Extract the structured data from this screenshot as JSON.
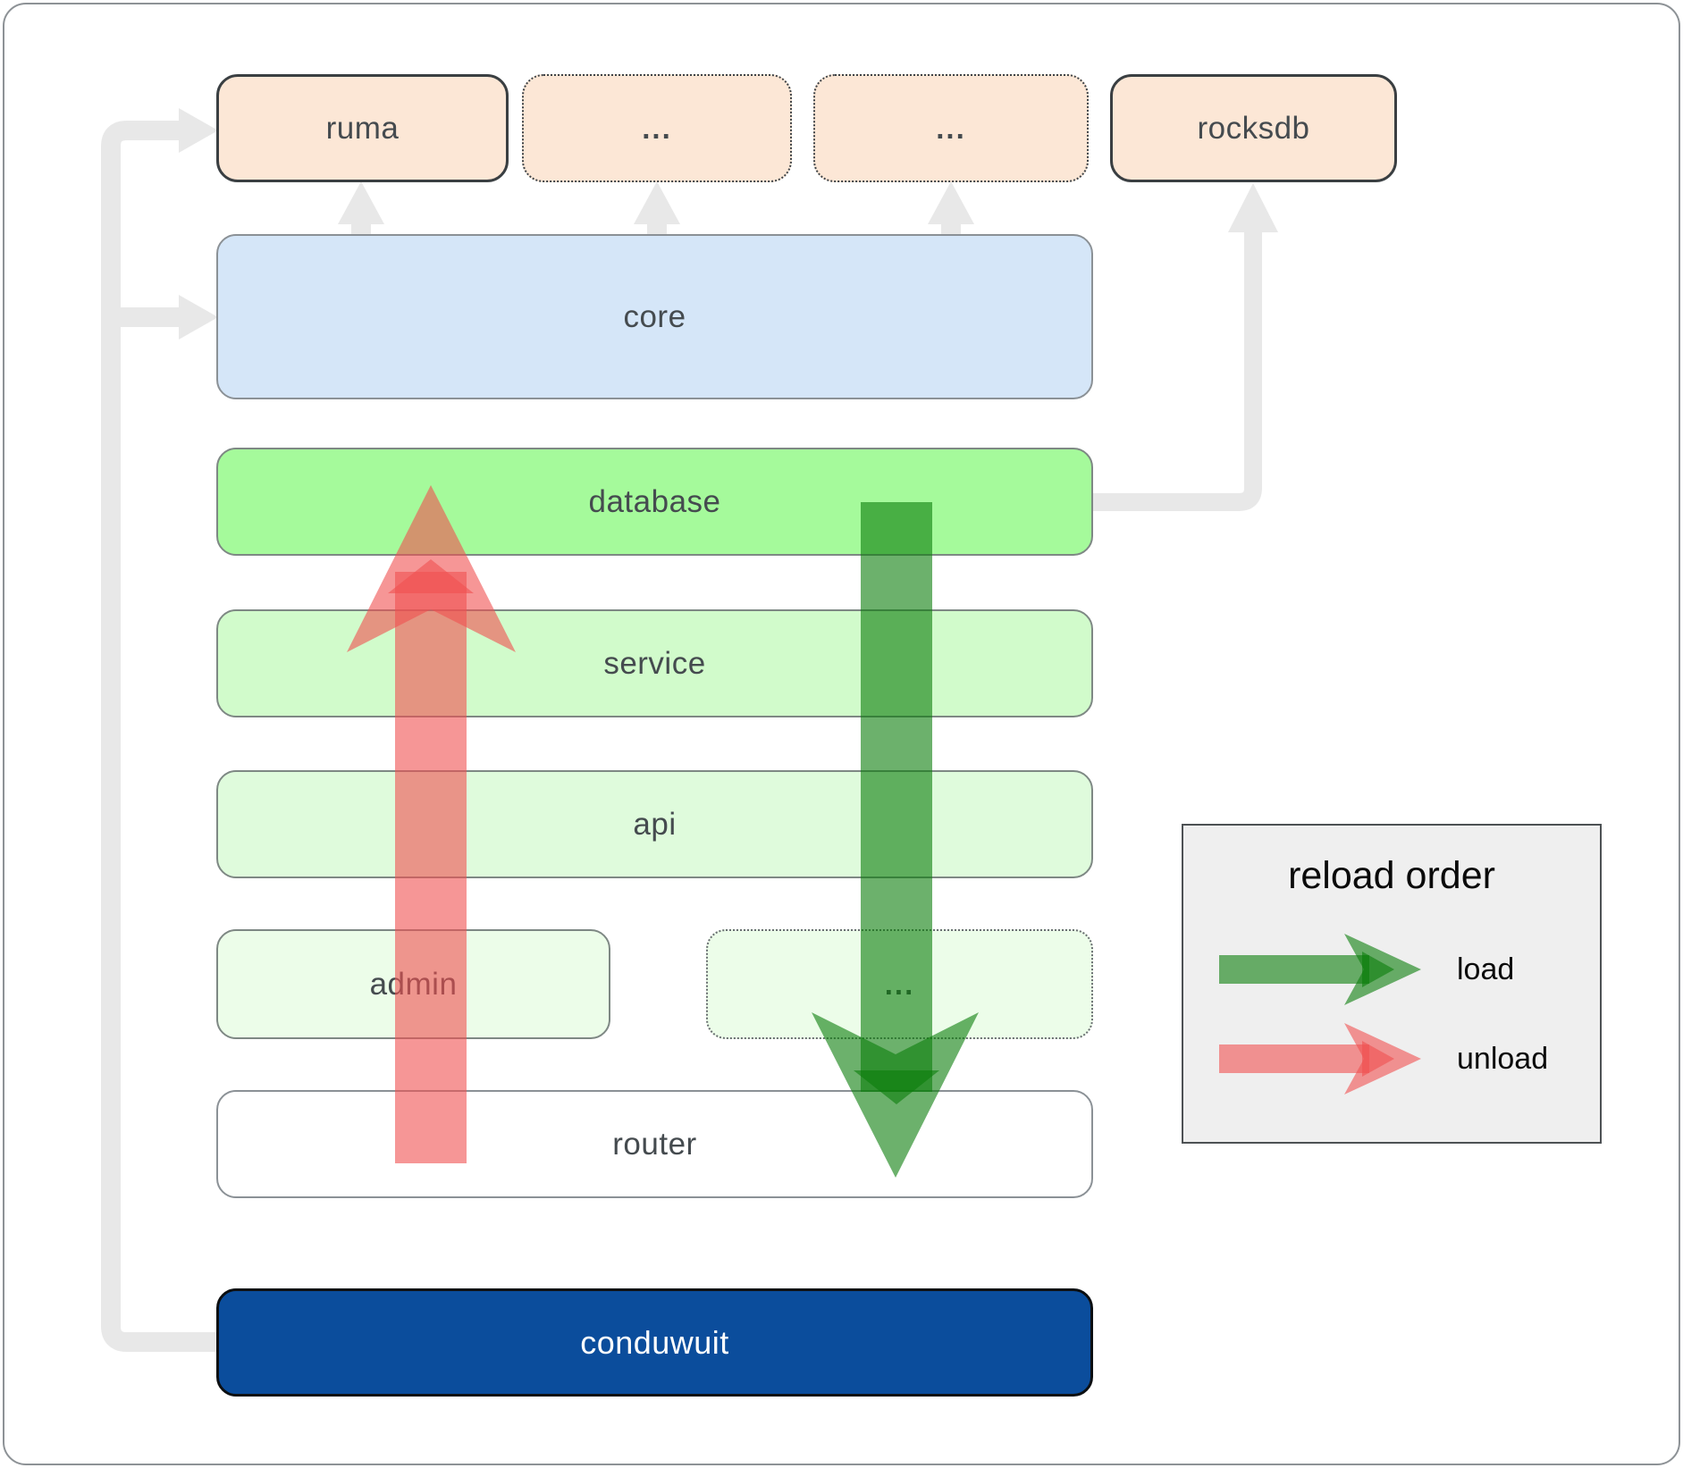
{
  "diagram": {
    "nodes": {
      "ruma": "ruma",
      "ellipsis_top_1": "...",
      "ellipsis_top_2": "...",
      "rocksdb": "rocksdb",
      "core": "core",
      "database": "database",
      "service": "service",
      "api": "api",
      "admin": "admin",
      "ellipsis_admin_row": "...",
      "router": "router",
      "conduwuit": "conduwuit"
    },
    "legend": {
      "title": "reload order",
      "items": [
        {
          "label": "load"
        },
        {
          "label": "unload"
        }
      ]
    },
    "colors": {
      "load_arrow": "rgb(10,125,10)",
      "unload_arrow": "rgb(240,80,80)",
      "connector_gray": "#e8e8e8",
      "peach_fill": "#fce7d6",
      "core_fill": "#d5e6f8",
      "database_fill": "#a5fa9b",
      "service_fill": "#d1fbcb",
      "api_fill": "#dffbdc",
      "admin_fill": "#ecfde9",
      "router_fill": "#ffffff",
      "conduwuit_fill": "#0b4d9c",
      "legend_bg": "#efefef"
    }
  }
}
